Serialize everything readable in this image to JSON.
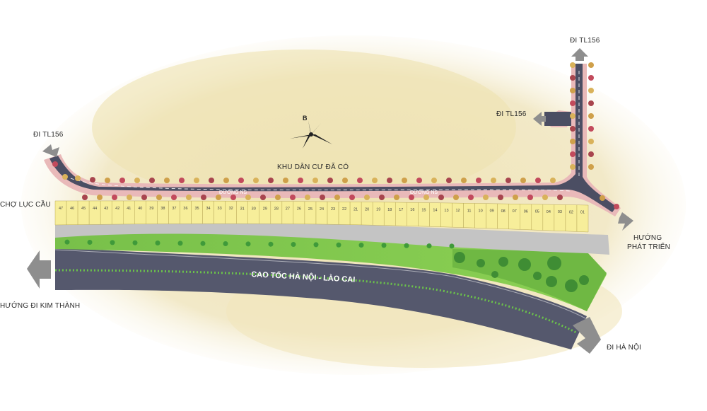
{
  "labels": {
    "di_tl156_left": "ĐI TL156",
    "di_tl156_top": "ĐI TL156",
    "di_tl156_mid": "ĐI TL156",
    "khu_dan_cu": "KHU DÂN CƯ ĐÃ CÓ",
    "compass": "B",
    "cho_luc_cau": "CHỢ LỤC CẦU",
    "huong_phat_trien_1": "HƯỚNG",
    "huong_phat_trien_2": "PHÁT TRIỂN",
    "huong_kim_thanh": "HƯỚNG ĐI KIM THÀNH",
    "di_ha_noi": "ĐI HÀ NỘI",
    "cao_toc": "CAO TỐC HÀ NỘI - LÀO CAI",
    "duong_ns_1": "ĐƯỜNG NS",
    "duong_ns_2": "ĐƯỜNG NS"
  },
  "lots": [
    "01",
    "02",
    "03",
    "04",
    "05",
    "06",
    "07",
    "08",
    "09",
    "10",
    "11",
    "12",
    "13",
    "14",
    "15",
    "16",
    "17",
    "18",
    "19",
    "20",
    "21",
    "22",
    "23",
    "24",
    "25",
    "26",
    "27",
    "28",
    "29",
    "30",
    "31",
    "32",
    "33",
    "34",
    "35",
    "36",
    "37",
    "38",
    "39",
    "40",
    "41",
    "42",
    "43",
    "44",
    "45",
    "46",
    "47"
  ],
  "colors": {
    "road": "#4b4e63",
    "lot": "#f7ee9a",
    "grass": "#7cc44a",
    "sidewalk": "#e9b8b8",
    "parchment": "#efe6c2"
  }
}
